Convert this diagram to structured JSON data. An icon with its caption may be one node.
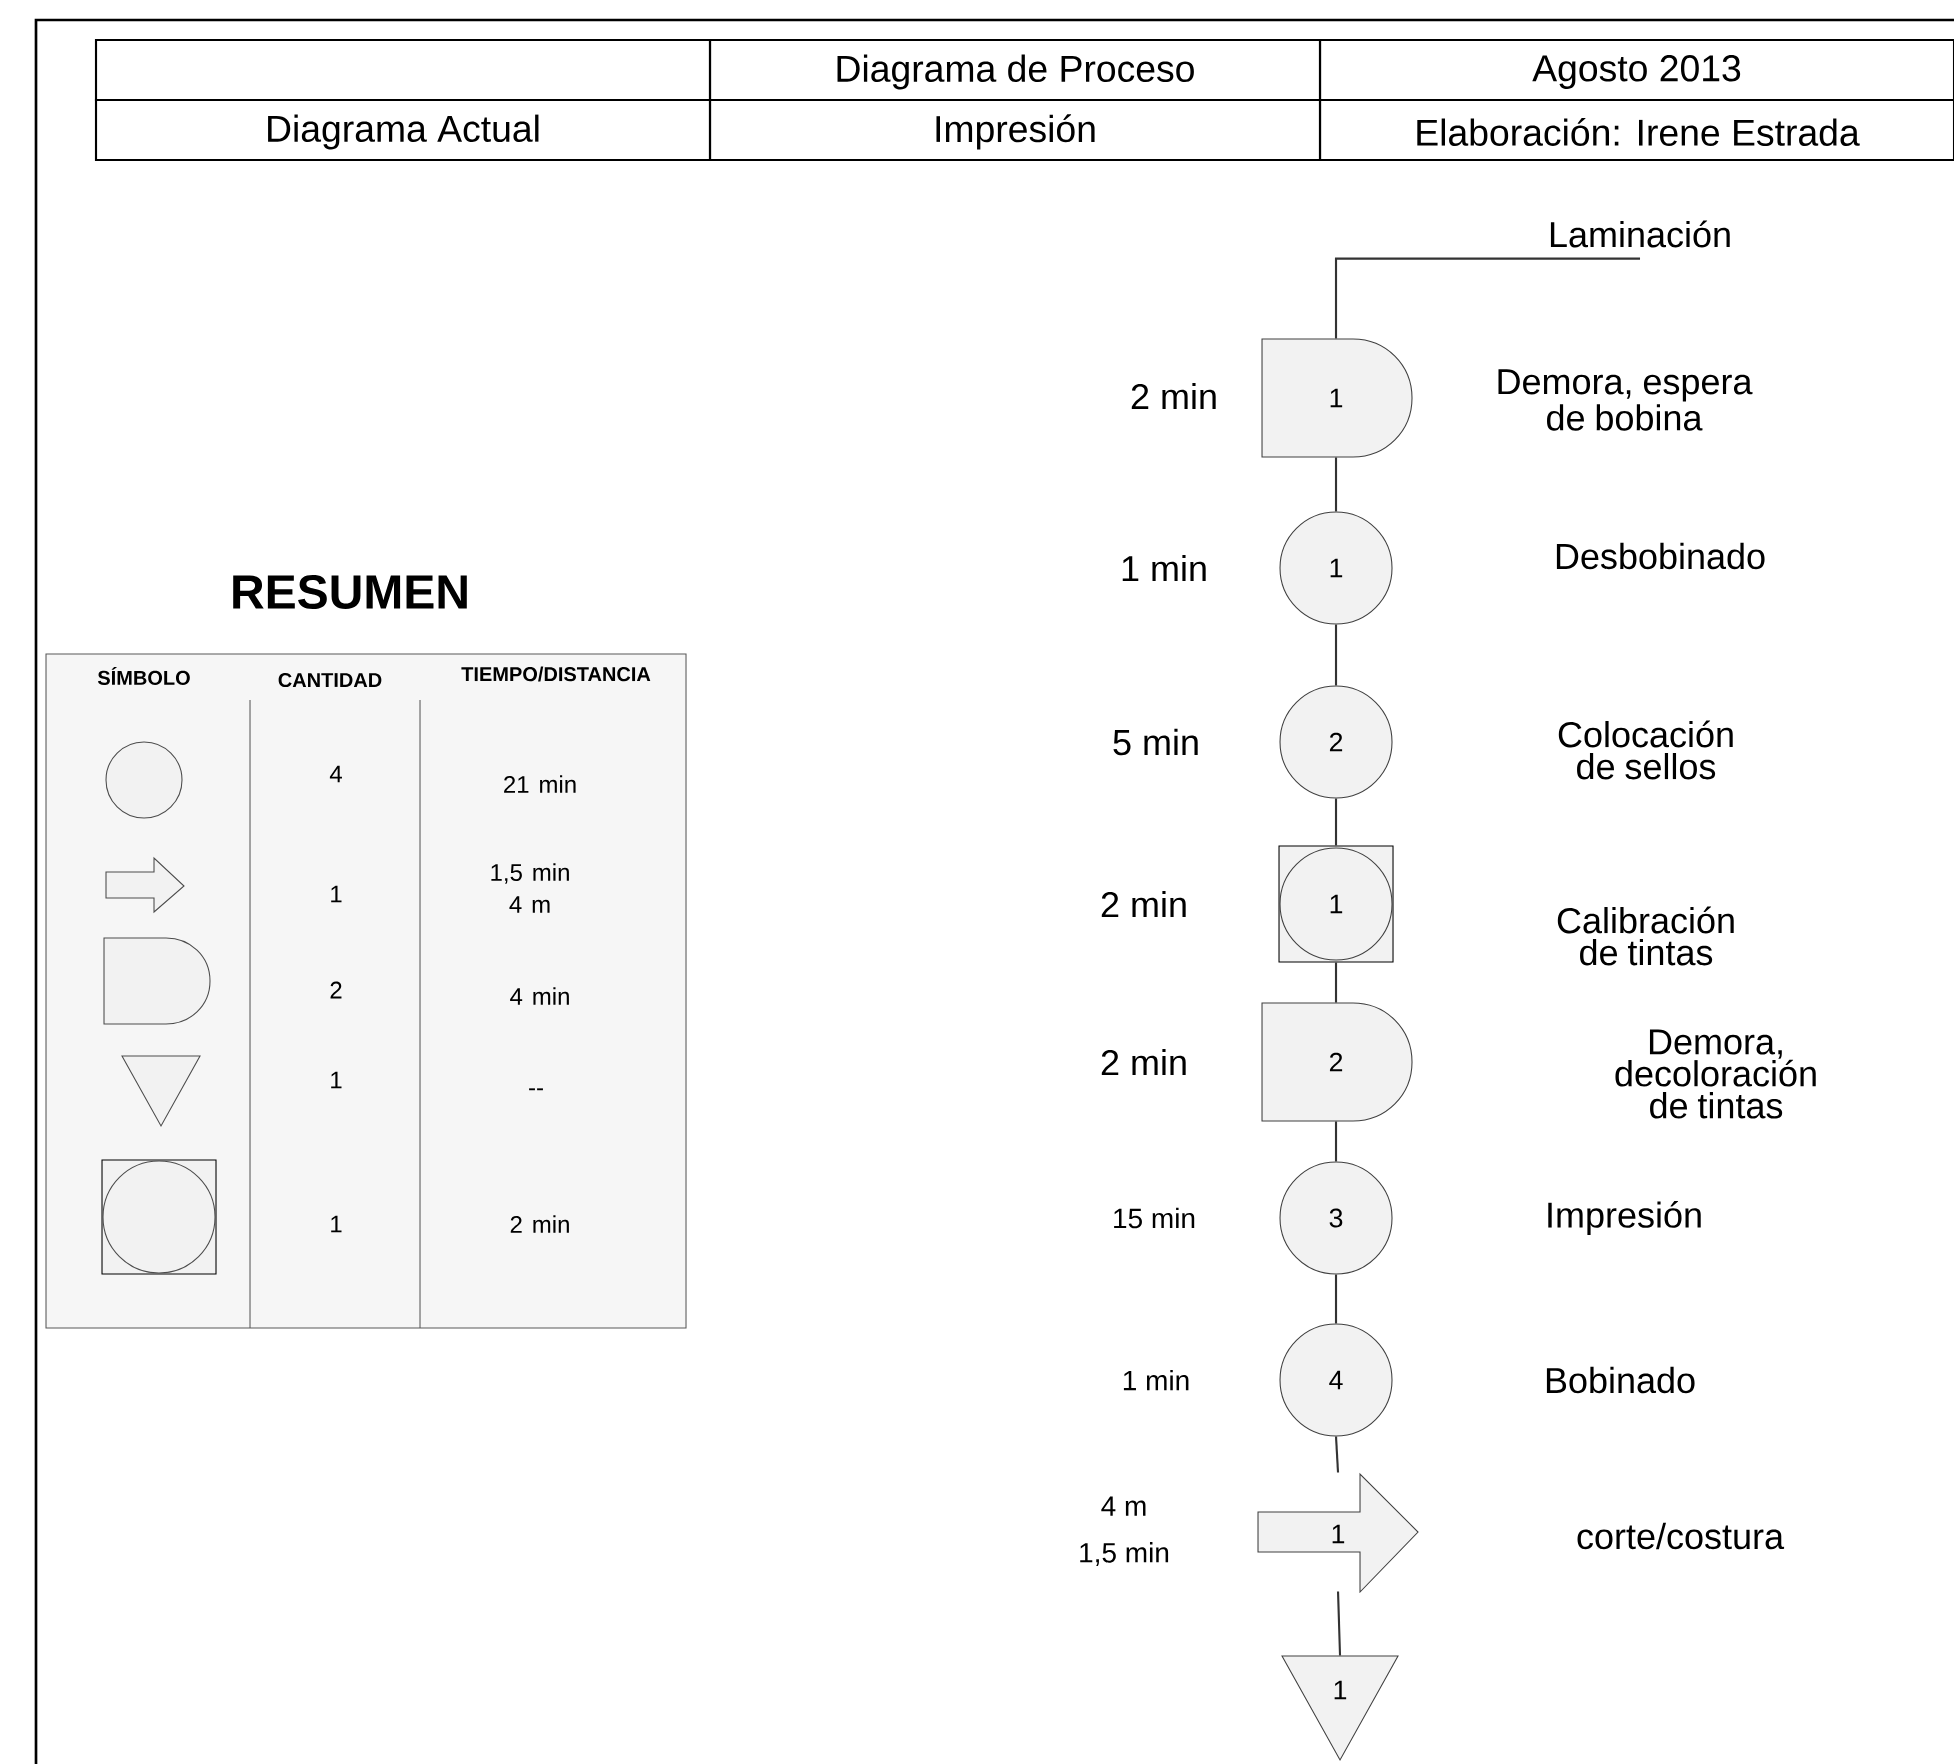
{
  "diagram": {
    "nodes": [
      {
        "text": [
          "Laminación"
        ]
      },
      {
        "text": [
          "1"
        ],
        "beside": [
          "2 min"
        ]
      },
      {
        "text": [
          "1"
        ],
        "beside": [
          "1 min"
        ]
      },
      {
        "text": [
          "2"
        ],
        "beside": [
          "5 min"
        ]
      },
      {
        "text": [
          "1"
        ],
        "beside": [
          "2 min"
        ]
      },
      {
        "text": [
          "2"
        ],
        "beside": [
          "2 min"
        ]
      },
      {
        "text": [
          "3"
        ],
        "beside": [
          "15 min"
        ]
      },
      {
        "text": [
          "4"
        ],
        "beside": [
          "1 min"
        ]
      },
      {
        "text": [
          "1"
        ],
        "beside": [
          "4 m",
          "1,5 min"
        ]
      },
      {
        "text": [
          "1"
        ]
      }
    ],
    "edges": [
      {
        "from": 0,
        "to": 1,
        "arrow": "none"
      },
      {
        "from": 1,
        "to": 2,
        "arrow": "none"
      },
      {
        "from": 2,
        "to": 3,
        "arrow": "none"
      },
      {
        "from": 3,
        "to": 4,
        "arrow": "none"
      },
      {
        "from": 4,
        "to": 5,
        "arrow": "none"
      },
      {
        "from": 5,
        "to": 6,
        "arrow": "none"
      },
      {
        "from": 6,
        "to": 7,
        "arrow": "none"
      },
      {
        "from": 7,
        "to": 8,
        "arrow": "none"
      },
      {
        "from": 8,
        "to": 9,
        "arrow": "none"
      }
    ],
    "labels": [
      "Diagrama de Proceso",
      "Agosto 2013",
      "Diagrama Actual",
      "Impresión",
      "Elaboración: Irene Estrada",
      "Demora, espera de bobina",
      "Desbobinado",
      "Colocación de sellos",
      "Calibración de tintas",
      "Demora, decoloración de tintas",
      "Impresión",
      "Bobinado",
      "corte/costura",
      "RESUMEN",
      "SÍMBOLO",
      "CANTIDAD",
      "TIEMPO/DISTANCIA",
      "4",
      "21 min",
      "1",
      "1,5 min 4 m",
      "2",
      "4 min",
      "1",
      "--",
      "1",
      "2 min"
    ]
  }
}
